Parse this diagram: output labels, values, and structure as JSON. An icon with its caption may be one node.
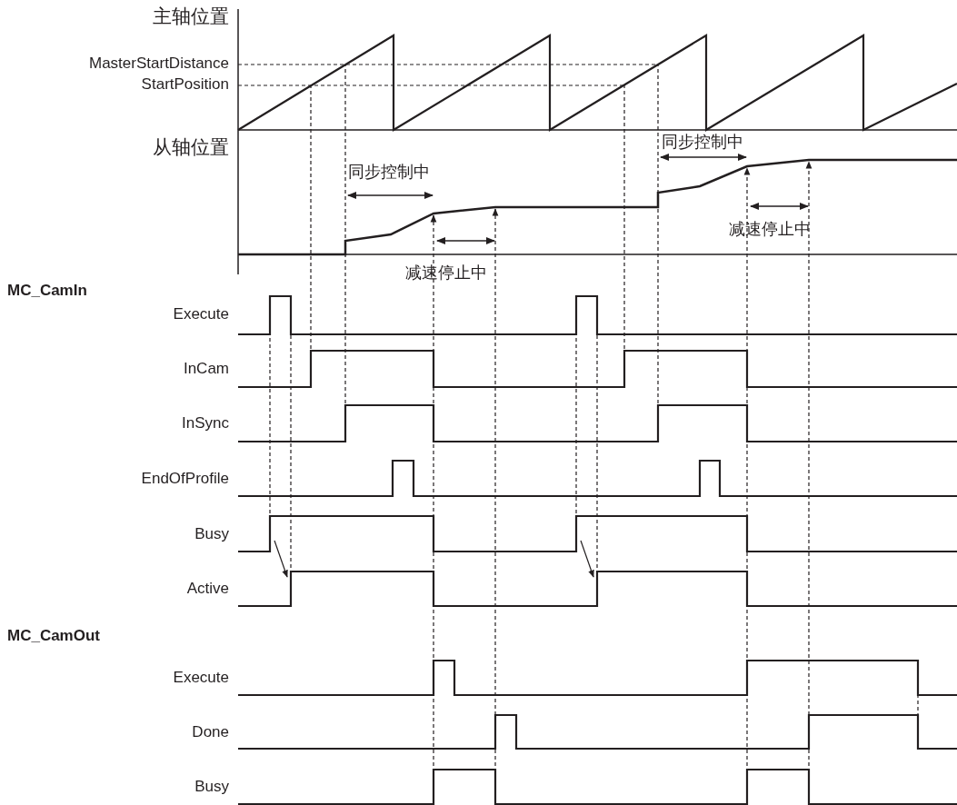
{
  "diagram": {
    "labels": [
      "主轴位置",
      "MasterStartDistance",
      "StartPosition",
      "从轴位置",
      "同步控制中",
      "同步控制中",
      "减速停止中",
      "减速停止中",
      "MC_CamIn",
      "Execute",
      "InCam",
      "InSync",
      "EndOfProfile",
      "Busy",
      "Active",
      "MC_CamOut",
      "Execute",
      "Done",
      "Busy"
    ]
  }
}
